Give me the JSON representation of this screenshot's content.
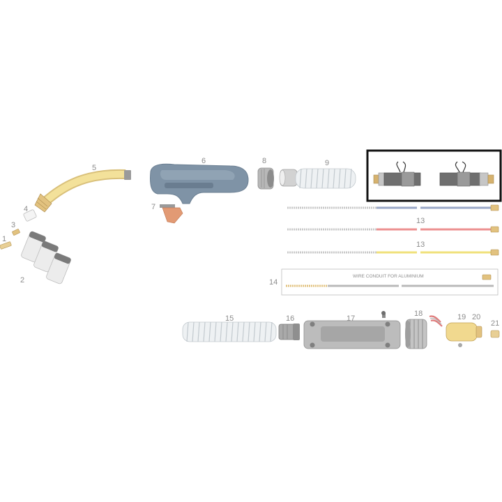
{
  "diagram": {
    "part_numbers": [
      "1",
      "2",
      "3",
      "4",
      "5",
      "6",
      "7",
      "8",
      "9",
      "13",
      "13",
      "14",
      "15",
      "16",
      "17",
      "18",
      "19",
      "20",
      "21"
    ],
    "wire_conduit_caption": "WIRE CONDUIT FOR ALUMINIUM",
    "highlight_color": "#111111",
    "colors": {
      "brass": "#e6c98a",
      "neck_yellow": "#f3e19a",
      "handle_blue": "#7f93a6",
      "liner_blue": "#9aa7c7",
      "liner_red": "#ec8f8f",
      "liner_yellow": "#f0e07a",
      "grey": "#b9b9b9",
      "spring_white": "#eef1f3"
    }
  }
}
